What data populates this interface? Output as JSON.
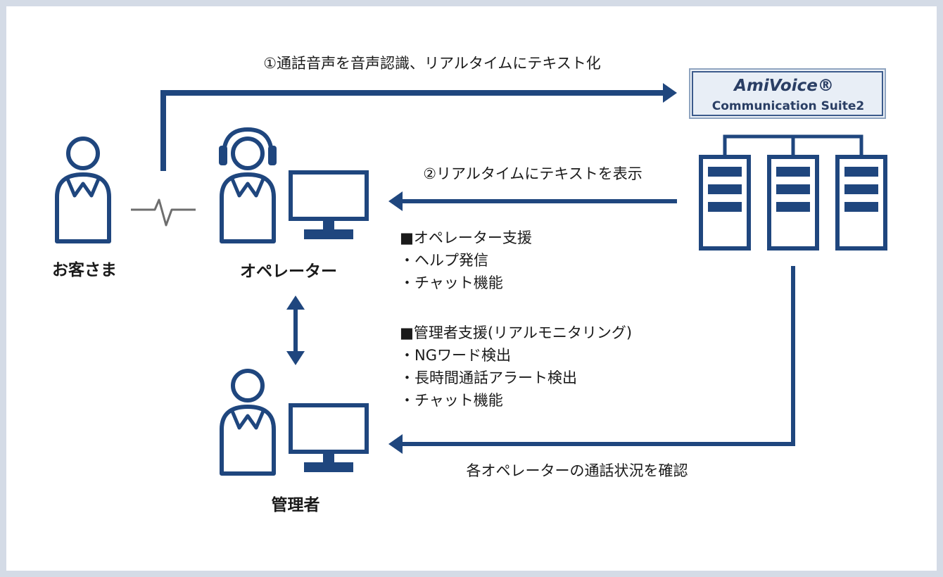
{
  "step1_label": "①通話音声を音声認識、リアルタイムにテキスト化",
  "step2_label": "②リアルタイムにテキストを表示",
  "step3_label": "各オペレーターの通話状況を確認",
  "product": {
    "name": "AmiVoice®",
    "subname": "Communication Suite2"
  },
  "actors": {
    "customer": "お客さま",
    "operator": "オペレーター",
    "admin": "管理者"
  },
  "operator_support": {
    "heading": "■オペレーター支援",
    "items": [
      "・ヘルプ発信",
      "・チャット機能"
    ]
  },
  "admin_support": {
    "heading": "■管理者支援(リアルモニタリング)",
    "items": [
      "・NGワード検出",
      "・長時間通話アラート検出",
      "・チャット機能"
    ]
  },
  "colors": {
    "accent": "#1f467e",
    "logo_text": "#2a3e64",
    "page_border": "#d4dbe6"
  }
}
